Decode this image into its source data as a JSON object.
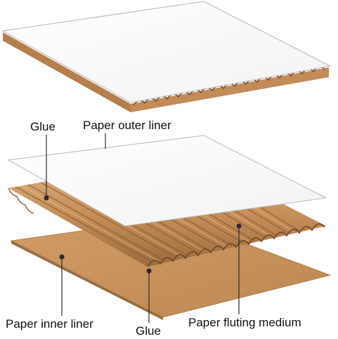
{
  "labels": {
    "glue_top": "Glue",
    "outer_liner": "Paper outer liner",
    "inner_liner": "Paper inner liner",
    "glue_bottom": "Glue",
    "fluting_medium": "Paper fluting medium"
  },
  "colors": {
    "liner": "#ffffff",
    "liner_edge": "#b9b9b9",
    "kraft_light": "#d4a06a",
    "kraft_mid": "#c0895a",
    "kraft_dark": "#9a6a3e",
    "inner_liner": "#c99660",
    "leader": "#2a2a2a"
  }
}
